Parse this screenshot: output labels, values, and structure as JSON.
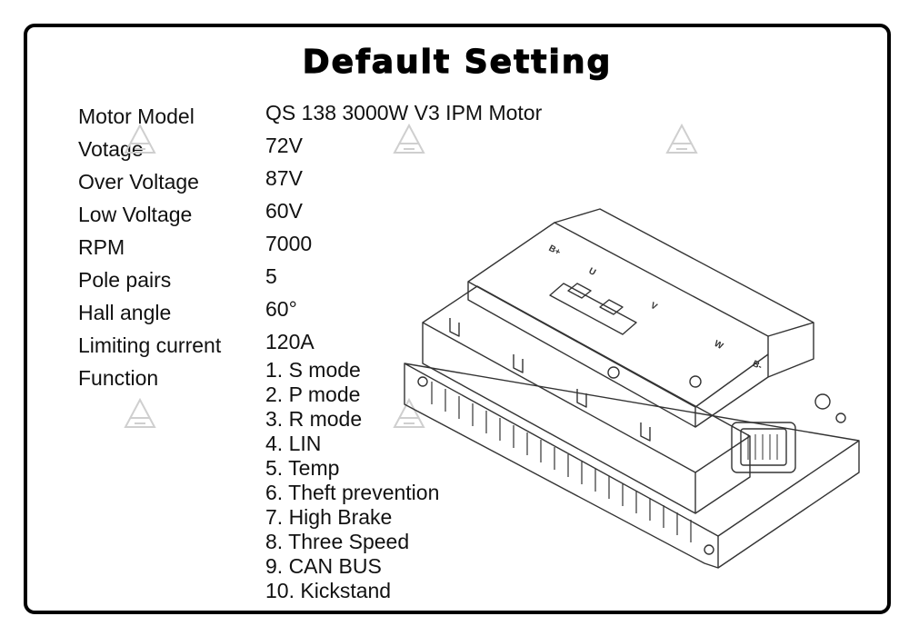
{
  "title": "Default Setting",
  "specs": [
    {
      "label": "Motor Model",
      "value": "QS 138 3000W V3 IPM Motor"
    },
    {
      "label": "Votage",
      "value": "72V"
    },
    {
      "label": "Over Voltage",
      "value": "87V"
    },
    {
      "label": "Low Voltage",
      "value": "60V"
    },
    {
      "label": "RPM",
      "value": "7000"
    },
    {
      "label": "Pole pairs",
      "value": "5"
    },
    {
      "label": "Hall angle",
      "value": "60°"
    },
    {
      "label": "Limiting current",
      "value": "120A"
    }
  ],
  "function": {
    "label": "Function",
    "items": [
      "1. S mode",
      "2. P mode",
      "3. R mode",
      "4. LIN",
      "5. Temp",
      "6. Theft prevention",
      "7. High Brake",
      "8. Three Speed",
      "9. CAN BUS",
      "10. Kickstand"
    ]
  },
  "controller_labels": {
    "b_plus": "B+",
    "u": "U",
    "v": "V",
    "w": "W",
    "b_minus": "B-"
  },
  "colors": {
    "border": "#000000",
    "text": "#111111",
    "drawing": "#333333",
    "watermark": "#cfcfcf"
  }
}
